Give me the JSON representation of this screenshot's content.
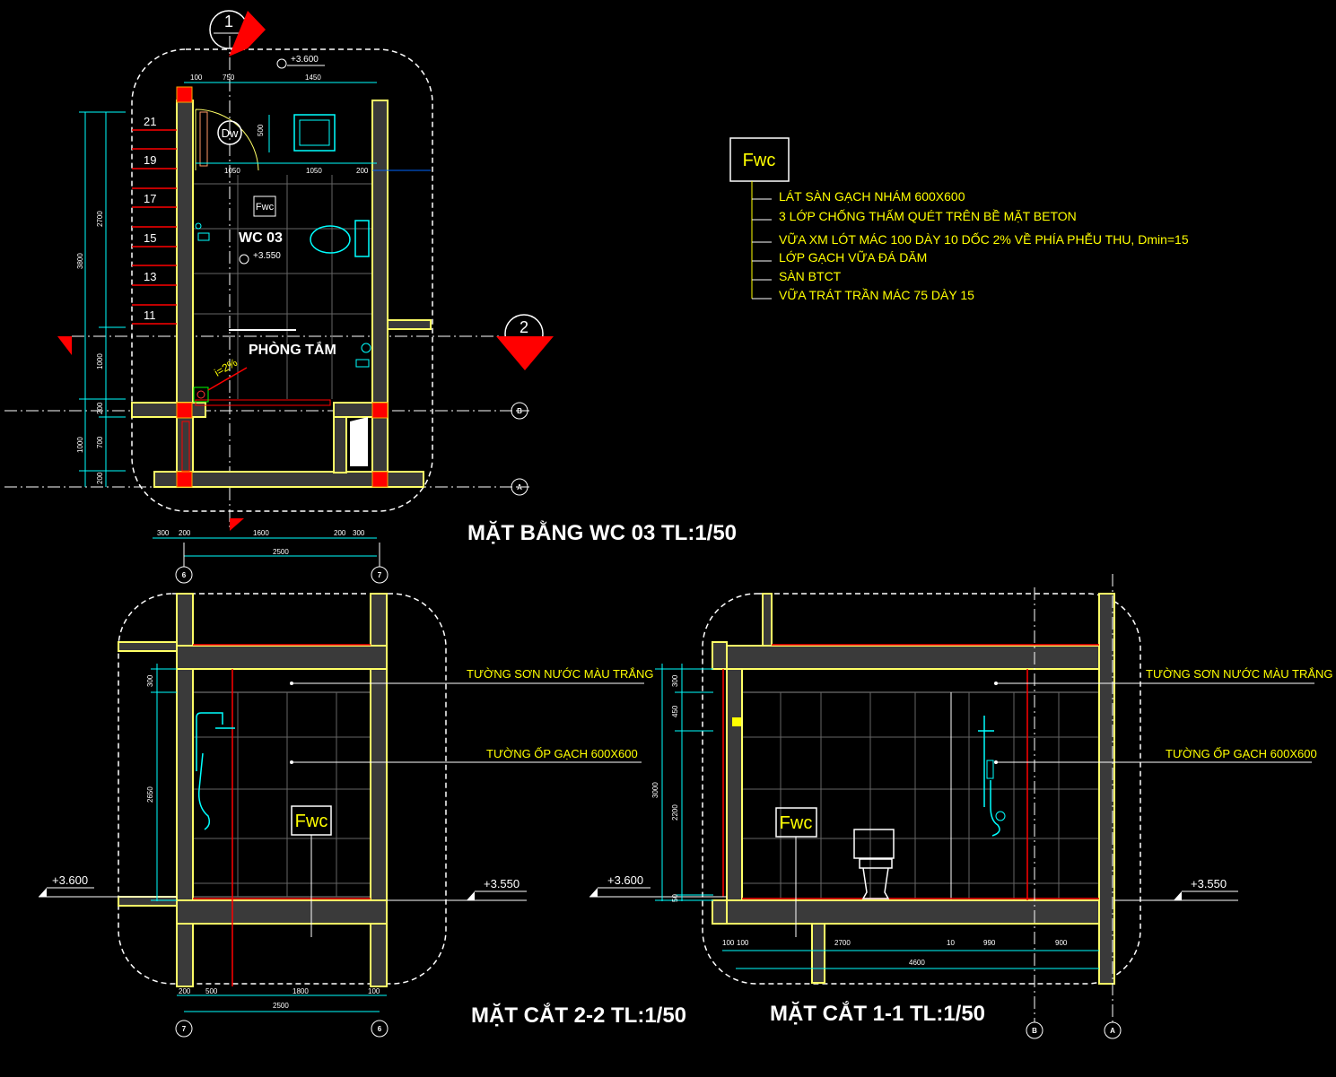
{
  "plan": {
    "title": "MẶT BẰNG WC 03 TL:1/50",
    "room_name": "WC 03",
    "room_name_2": "PHÒNG TẮM",
    "slope": "i=2%",
    "level_top": "+3.600",
    "level_floor": "+3.550",
    "dw_label": "Dw",
    "fwc_label": "Fwc",
    "stair_numbers": [
      "21",
      "19",
      "17",
      "15",
      "13",
      "11"
    ],
    "dims_top": [
      "100",
      "750",
      "1450"
    ],
    "dims_mid": [
      "1050",
      "1050",
      "200"
    ],
    "dim_500": "500",
    "dims_bottom": [
      "300",
      "200",
      "1600",
      "200",
      "300"
    ],
    "dim_total": "2500",
    "dims_left_outer": [
      "3800",
      "1000"
    ],
    "dims_left_inner": [
      "2700",
      "1000",
      "200",
      "700",
      "200"
    ],
    "section_mark_1": "1",
    "section_mark_2": "2",
    "grid_b": "B",
    "grid_a": "A",
    "grid_6": "6",
    "grid_7": "7"
  },
  "legend": {
    "tag": "Fwc",
    "items": [
      "LÁT SÀN GẠCH NHÁM 600X600",
      "3 LỚP CHỐNG THẤM QUÉT TRÊN BỀ MẶT BETON",
      "VỮA XM LÓT MÁC 100 DÀY 10 DỐC 2% VỀ PHÍA PHỄU THU, Dmin=15",
      "LỚP GẠCH VỮA ĐÁ DĂM",
      "SÀN BTCT",
      "VỮA TRÁT TRẦN MÁC 75 DÀY 15"
    ]
  },
  "section22": {
    "title": "MẶT CẮT 2-2 TL:1/50",
    "note_wall": "TƯỜNG SƠN NƯỚC MÀU TRẮNG",
    "note_tile": "TƯỜNG ỐP GẠCH 600X600",
    "fwc_label": "Fwc",
    "level_left": "+3.600",
    "level_right": "+3.550",
    "dims_left": [
      "300",
      "2650"
    ],
    "dims_bottom": [
      "200",
      "500",
      "1800",
      "100"
    ],
    "dim_total": "2500",
    "grid_left": "7",
    "grid_right": "6"
  },
  "section11": {
    "title": "MẶT CẮT 1-1 TL:1/50",
    "note_wall": "TƯỜNG SƠN NƯỚC MÀU TRẮNG",
    "note_tile": "TƯỜNG ỐP GẠCH 600X600",
    "fwc_label": "Fwc",
    "level_left": "+3.600",
    "level_right": "+3.550",
    "dims_left_outer": "3000",
    "dims_left_inner": [
      "300",
      "450",
      "2200",
      "50"
    ],
    "dims_bottom": [
      "100",
      "100",
      "2700",
      "10",
      "990",
      "900"
    ],
    "dim_total": "4600",
    "grid_left": "B",
    "grid_right": "A"
  }
}
